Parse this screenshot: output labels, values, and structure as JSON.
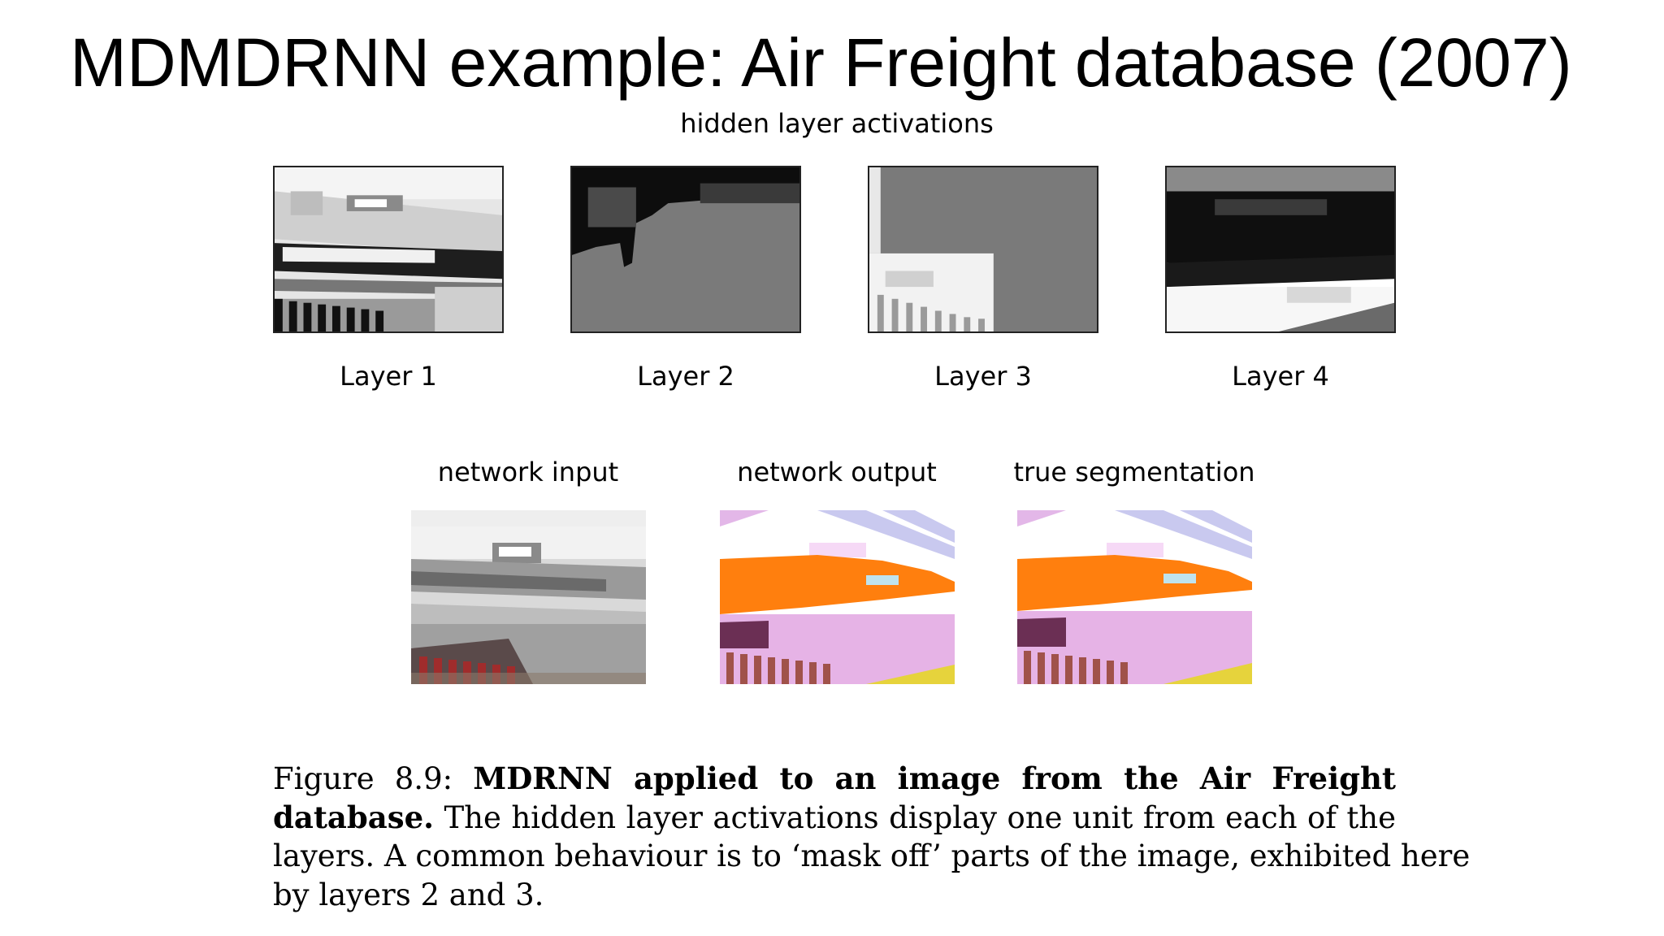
{
  "slide": {
    "title": "MDMDRNN example: Air Freight database (2007)"
  },
  "figure": {
    "hidden_heading": "hidden layer activations",
    "layers": [
      {
        "label": "Layer 1"
      },
      {
        "label": "Layer 2"
      },
      {
        "label": "Layer 3"
      },
      {
        "label": "Layer 4"
      }
    ],
    "bottom": {
      "input_label": "network input",
      "output_label": "network output",
      "truth_label": "true segmentation"
    },
    "caption": {
      "line1_fig": "Figure 8.9:",
      "line1_bold": "MDRNN applied to an image from the Air Freight",
      "line2_bold": "database.",
      "line2_text": "The hidden layer activations display one unit from each of the",
      "line3": "layers. A common behaviour is to ‘mask off’ parts of the image, exhibited here",
      "line4": "by layers 2 and 3."
    }
  }
}
